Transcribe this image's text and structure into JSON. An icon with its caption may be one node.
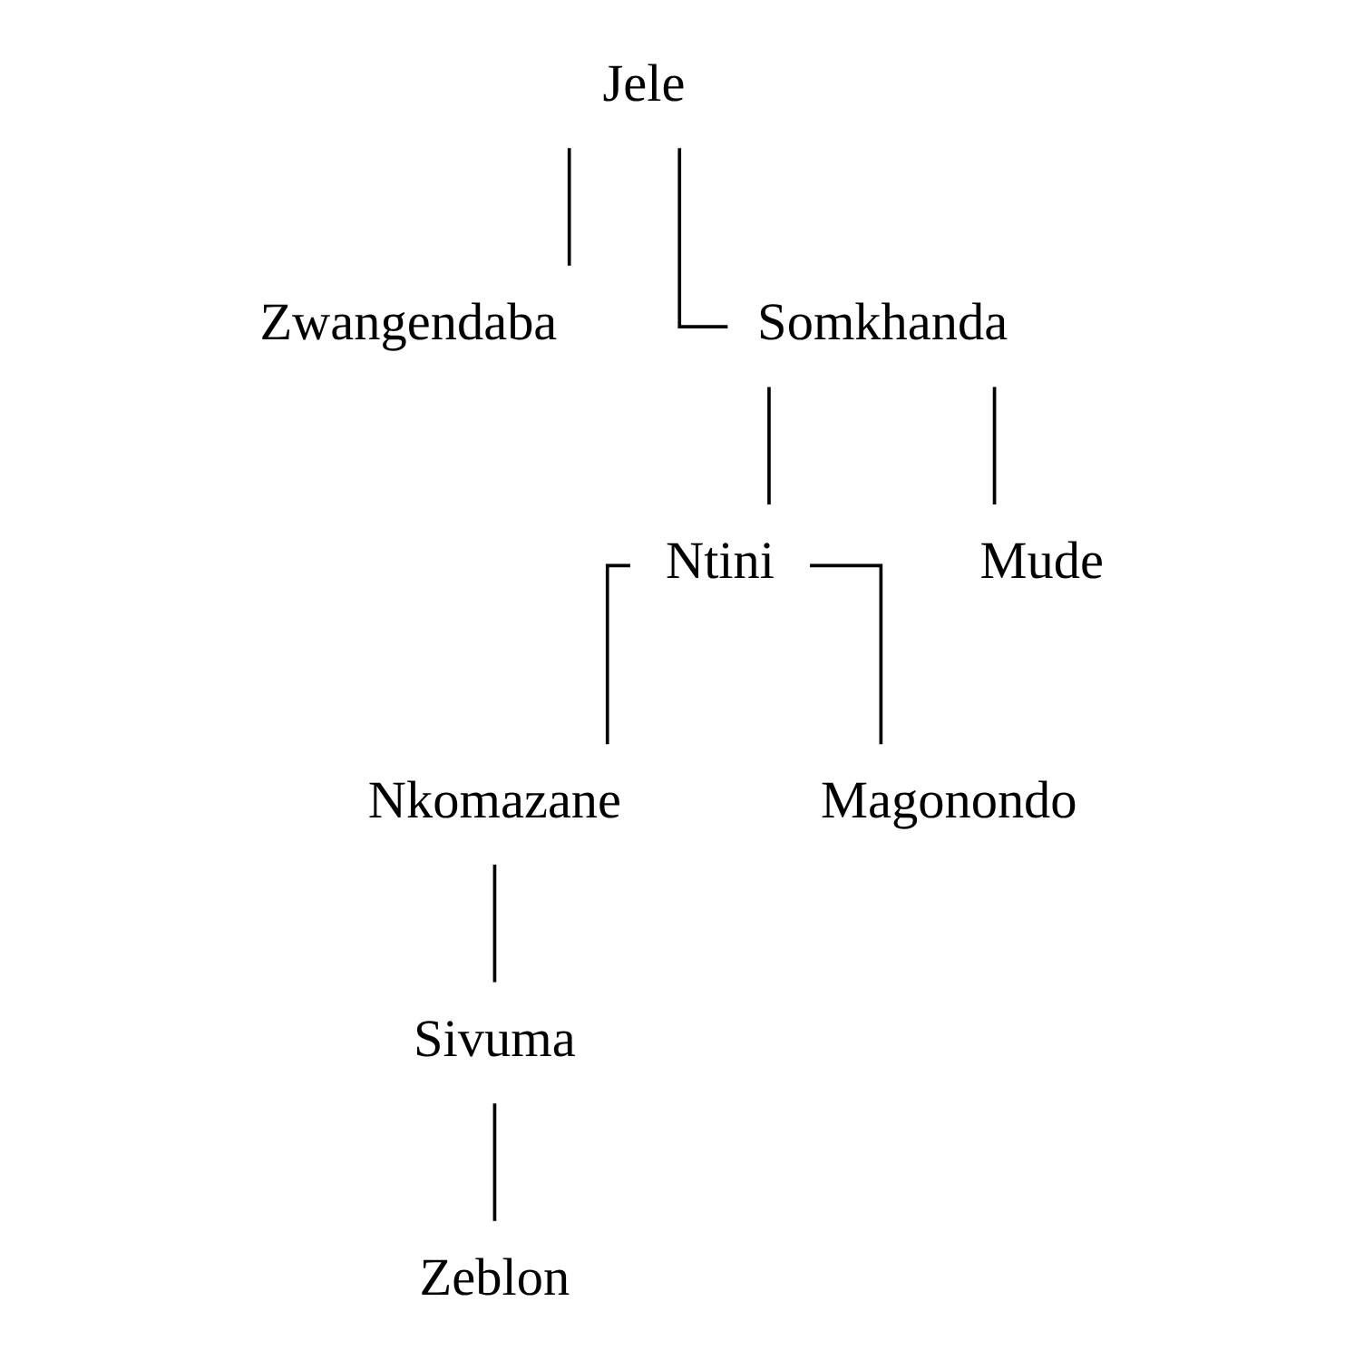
{
  "diagram": {
    "nodes": [
      {
        "text": [
          "Jele"
        ]
      },
      {
        "text": [
          "Zwangendaba"
        ]
      },
      {
        "text": [
          "Somkhanda"
        ]
      },
      {
        "text": [
          "Ntini"
        ]
      },
      {
        "text": [
          "Mude"
        ]
      },
      {
        "text": [
          "Nkomazane"
        ]
      },
      {
        "text": [
          "Magonondo"
        ]
      },
      {
        "text": [
          "Sivuma"
        ]
      },
      {
        "text": [
          "Zeblon"
        ]
      }
    ],
    "edges": [
      {
        "from": 0,
        "to": 1,
        "arrow": "none"
      },
      {
        "from": 0,
        "to": 2,
        "arrow": "none"
      },
      {
        "from": 2,
        "to": 3,
        "arrow": "none"
      },
      {
        "from": 2,
        "to": 4,
        "arrow": "none"
      },
      {
        "from": 3,
        "to": 5,
        "arrow": "none"
      },
      {
        "from": 3,
        "to": 6,
        "arrow": "none"
      },
      {
        "from": 5,
        "to": 7,
        "arrow": "none"
      },
      {
        "from": 7,
        "to": 8,
        "arrow": "none"
      }
    ]
  }
}
